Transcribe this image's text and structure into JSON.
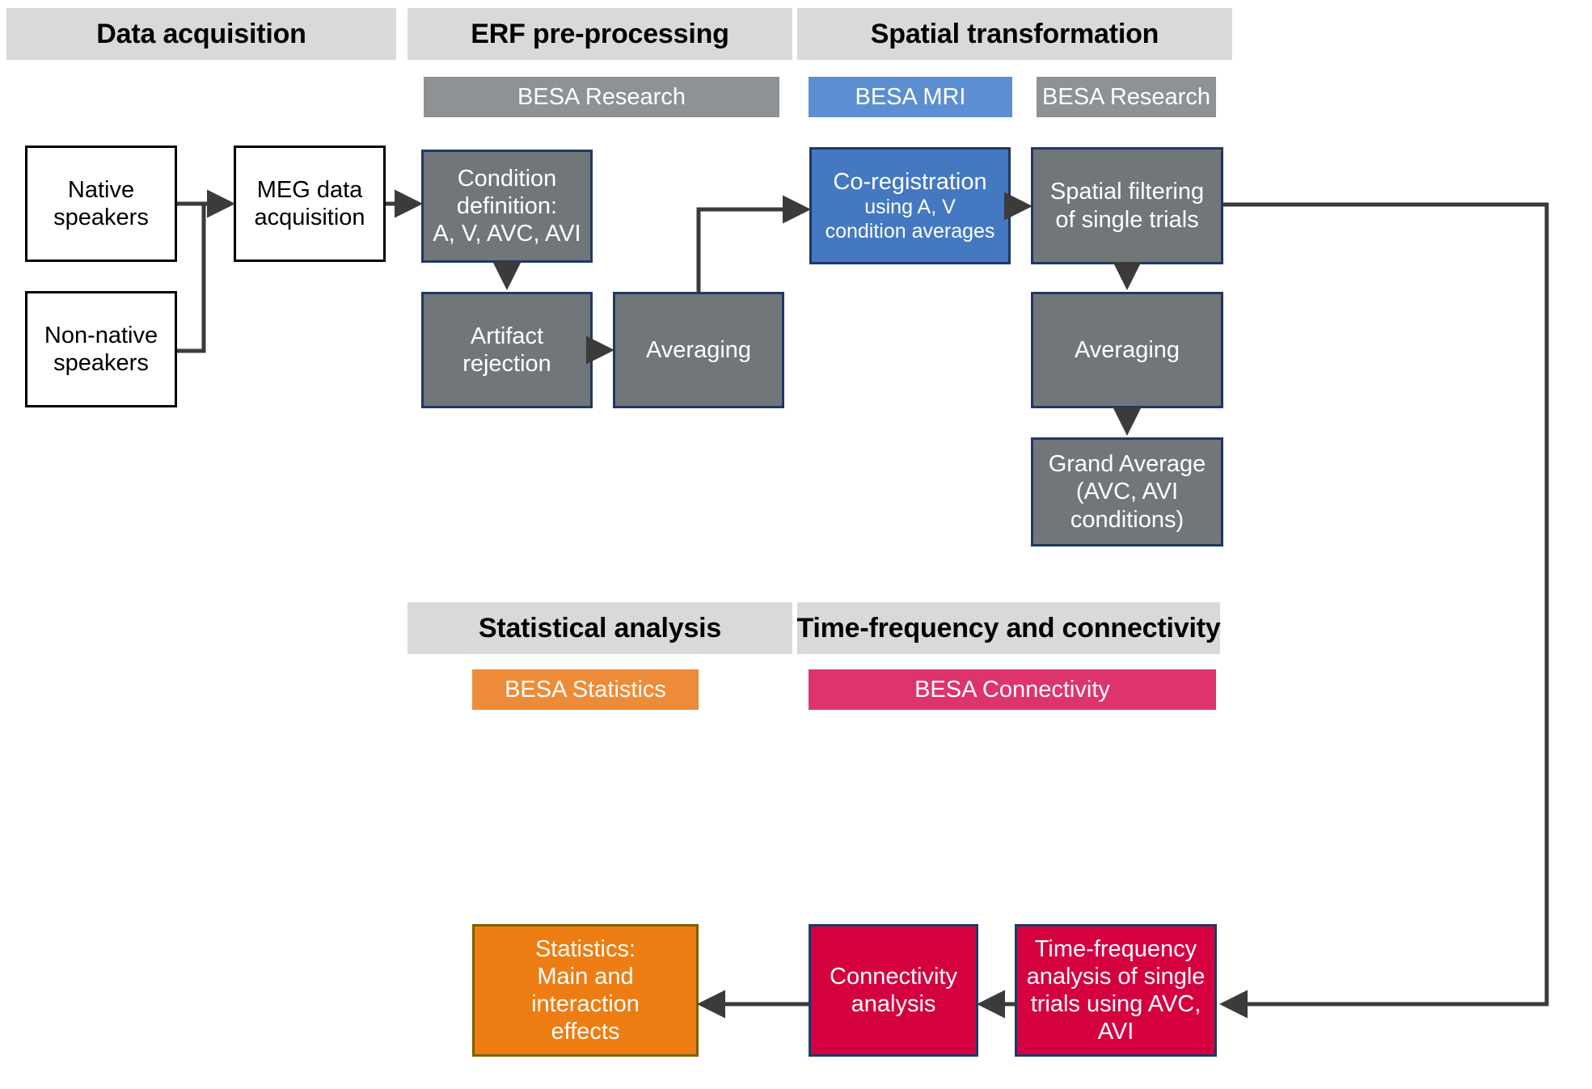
{
  "diagram": {
    "title": "BESA MEG analysis pipeline flowchart",
    "colors": {
      "section_banner": "#d9d9d9",
      "besa_research": "#8e9294",
      "besa_mri": "#5b8fd1",
      "besa_statistics": "#ee8b38",
      "besa_connectivity": "#dd356b",
      "process_gray": "#717679",
      "process_blue": "#4478c0",
      "process_crimson": "#d50040",
      "process_orange": "#ed7d12",
      "border_navy": "#1f3864",
      "arrow": "#3b3b3b"
    }
  },
  "sections": [
    {
      "id": "data-acquisition",
      "label": "Data acquisition"
    },
    {
      "id": "erf-preprocessing",
      "label": "ERF pre-processing"
    },
    {
      "id": "spatial-transformation",
      "label": "Spatial transformation"
    },
    {
      "id": "statistical-analysis",
      "label": "Statistical analysis"
    },
    {
      "id": "time-frequency-connectivity",
      "label": "Time-frequency and connectivity"
    }
  ],
  "software_tags": [
    {
      "id": "tag-besa-research-erf",
      "label": "BESA Research"
    },
    {
      "id": "tag-besa-mri",
      "label": "BESA MRI"
    },
    {
      "id": "tag-besa-research-spatial",
      "label": "BESA Research"
    },
    {
      "id": "tag-besa-statistics",
      "label": "BESA Statistics"
    },
    {
      "id": "tag-besa-connectivity",
      "label": "BESA Connectivity"
    }
  ],
  "nodes": {
    "native_speakers": {
      "line1": "Native",
      "line2": "speakers"
    },
    "non_native_speakers": {
      "line1": "Non-native",
      "line2": "speakers"
    },
    "meg_data_acquisition": {
      "line1": "MEG data",
      "line2": "acquisition"
    },
    "condition_definition": {
      "line1": "Condition",
      "line2": "definition:",
      "line3": "A, V, AVC, AVI"
    },
    "artifact_rejection": {
      "line1": "Artifact",
      "line2": "rejection"
    },
    "averaging_erf": {
      "line1": "Averaging"
    },
    "co_registration": {
      "line1": "Co-registration",
      "line2": "using A, V",
      "line3": "condition averages"
    },
    "spatial_filtering": {
      "line1": "Spatial filtering",
      "line2": "of single trials"
    },
    "averaging_spatial": {
      "line1": "Averaging"
    },
    "grand_average": {
      "line1": "Grand Average",
      "line2": "(AVC, AVI",
      "line3": "conditions)"
    },
    "statistics": {
      "line1": "Statistics:",
      "line2": "Main and interaction",
      "line3": "effects"
    },
    "connectivity_analysis": {
      "line1": "Connectivity",
      "line2": "analysis"
    },
    "time_frequency_analysis": {
      "line1": "Time-frequency",
      "line2": "analysis of single",
      "line3": "trials using AVC,",
      "line4": "AVI"
    }
  }
}
